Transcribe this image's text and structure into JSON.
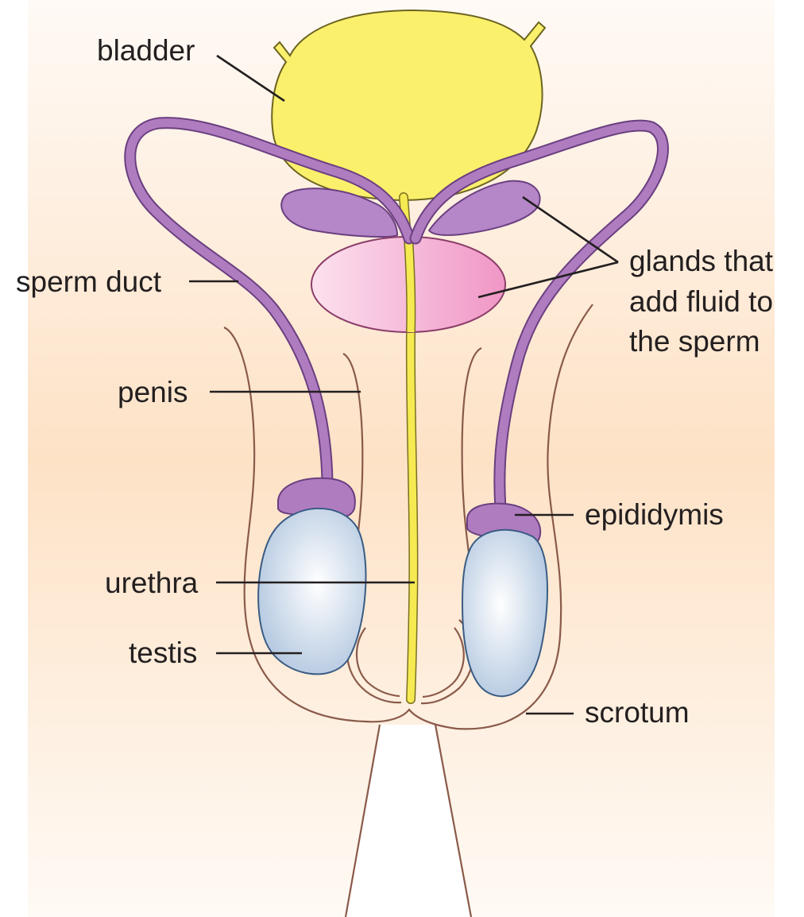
{
  "diagram": {
    "labels": {
      "bladder": "bladder",
      "sperm_duct": "sperm duct",
      "glands_line1": "glands that",
      "glands_line2": "add fluid to",
      "glands_line3": "the sperm",
      "penis": "penis",
      "epididymis": "epididymis",
      "urethra": "urethra",
      "testis": "testis",
      "scrotum": "scrotum"
    },
    "colors": {
      "background_band": "#fde0c2",
      "skin_outline": "#8a5a4a",
      "bladder": "#fbf06c",
      "urethra": "#f6ea52",
      "sperm_duct": "#b07cc0",
      "seminal_glands": "#b587c8",
      "prostate": "#f3a6cf",
      "epididymis": "#b07cc0",
      "testis": "#c6d6e8",
      "leader_lines": "#231f20"
    }
  }
}
